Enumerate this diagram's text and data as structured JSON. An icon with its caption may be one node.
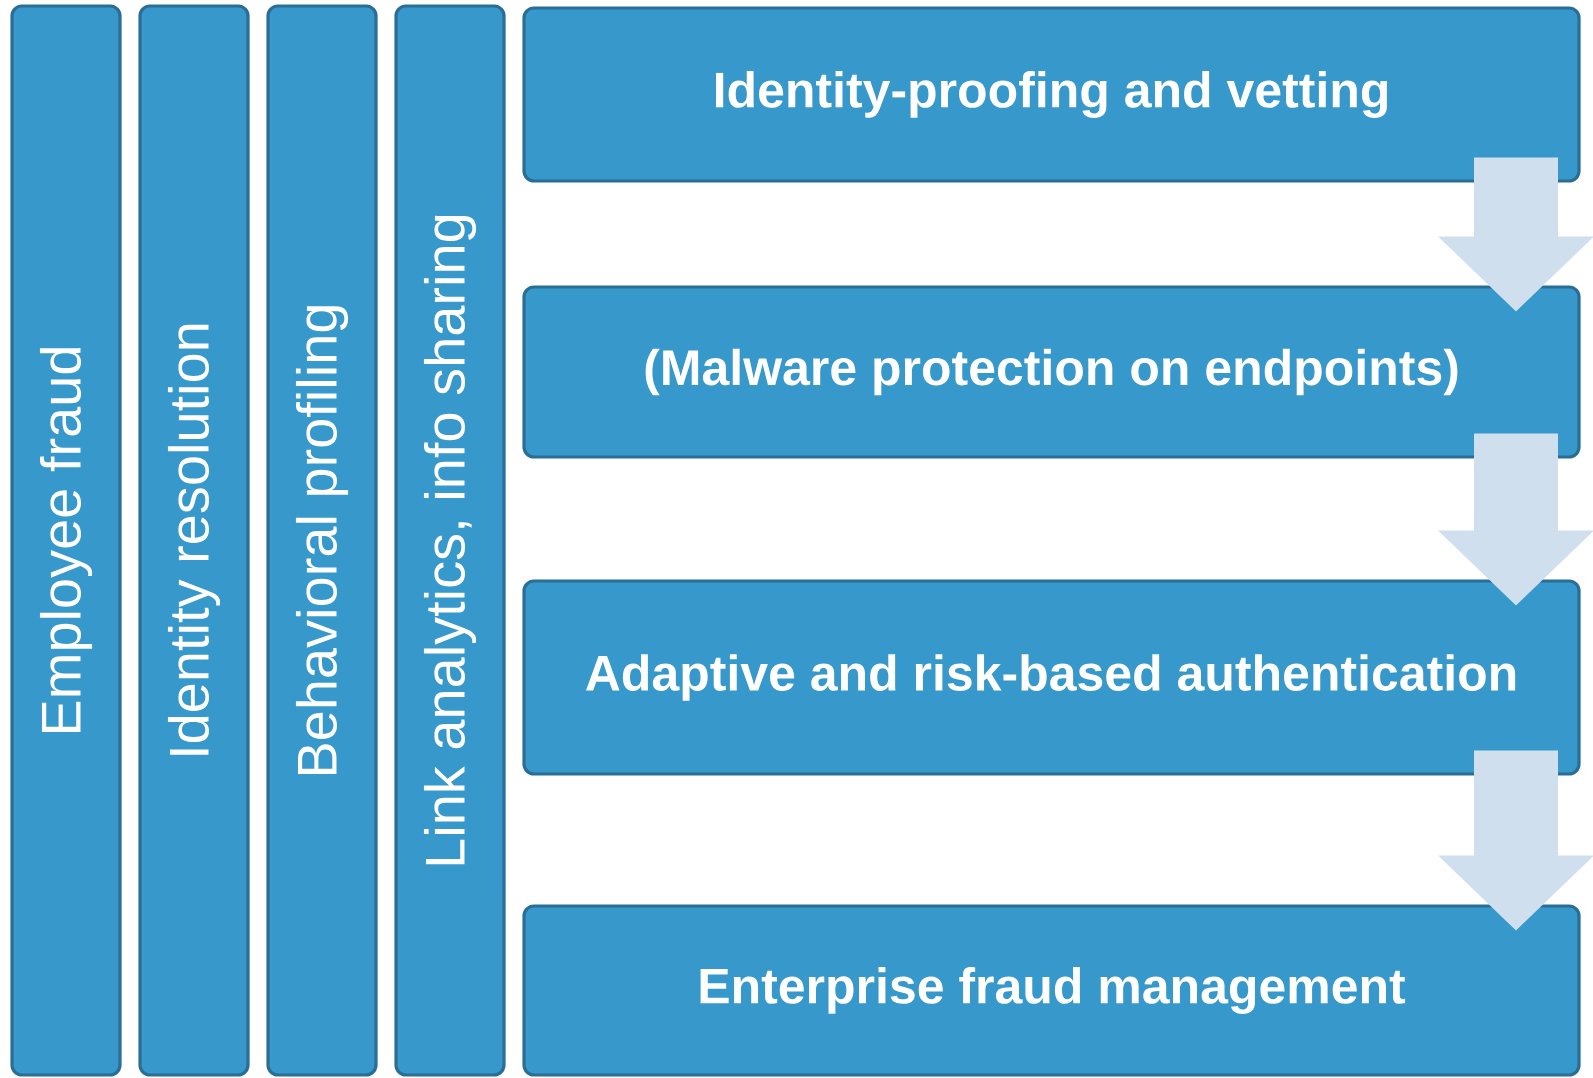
{
  "diagram": {
    "nodes": [
      {
        "text": [
          "Identity-proofing and vetting"
        ]
      },
      {
        "text": [
          "(Malware protection on endpoints)"
        ]
      },
      {
        "text": [
          "Adaptive and risk-based authentication"
        ]
      },
      {
        "text": [
          "Enterprise fraud management"
        ]
      },
      {
        "text": [
          "Employee fraud"
        ]
      },
      {
        "text": [
          "Identity resolution"
        ]
      },
      {
        "text": [
          "Behavioral profiling"
        ]
      },
      {
        "text": [
          "Link analytics, info sharing"
        ]
      }
    ],
    "edges": [
      {
        "from": 0,
        "to": 1,
        "arrow": "to"
      },
      {
        "from": 1,
        "to": 2,
        "arrow": "to"
      },
      {
        "from": 2,
        "to": 3,
        "arrow": "to"
      }
    ]
  }
}
